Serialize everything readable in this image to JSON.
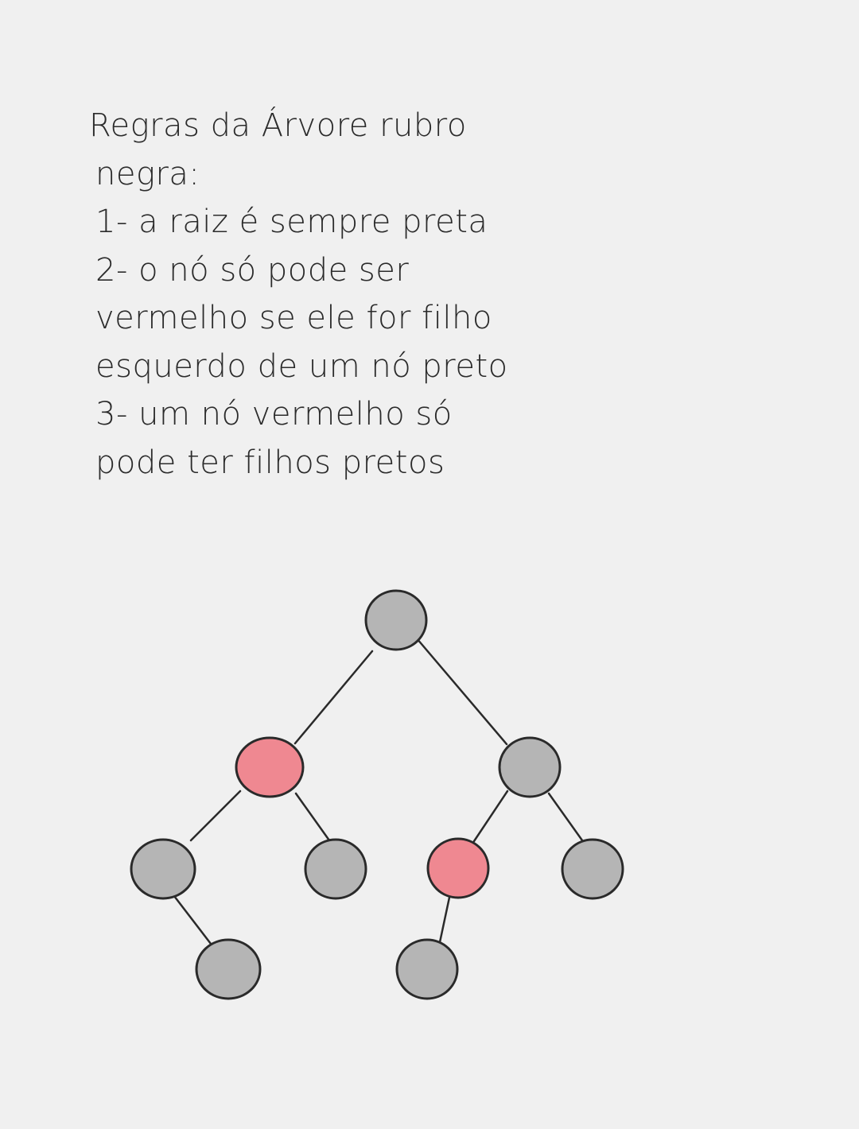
{
  "notes": {
    "lines": [
      "Regras da Árvore rubro",
      "negra:",
      "1- a raiz é sempre preta",
      "2- o nó só pode ser",
      "vermelho se ele for filho",
      "esquerdo de um nó preto",
      "3- um nó vermelho só",
      "pode ter filhos pretos"
    ]
  },
  "colors": {
    "background": "#f0f0f0",
    "black_node_fill": "#b5b5b5",
    "red_node_fill": "#ef8891",
    "stroke": "#2a2a2a"
  },
  "tree": {
    "nodes": [
      {
        "id": "root",
        "color": "black"
      },
      {
        "id": "left",
        "color": "red"
      },
      {
        "id": "right",
        "color": "black"
      },
      {
        "id": "left-left",
        "color": "black"
      },
      {
        "id": "left-right",
        "color": "black"
      },
      {
        "id": "right-left",
        "color": "red"
      },
      {
        "id": "right-right",
        "color": "black"
      },
      {
        "id": "left-left-right",
        "color": "black"
      },
      {
        "id": "right-left-left",
        "color": "black"
      }
    ],
    "edges": [
      [
        "root",
        "left"
      ],
      [
        "root",
        "right"
      ],
      [
        "left",
        "left-left"
      ],
      [
        "left",
        "left-right"
      ],
      [
        "right",
        "right-left"
      ],
      [
        "right",
        "right-right"
      ],
      [
        "left-left",
        "left-left-right"
      ],
      [
        "right-left",
        "right-left-left"
      ]
    ]
  }
}
